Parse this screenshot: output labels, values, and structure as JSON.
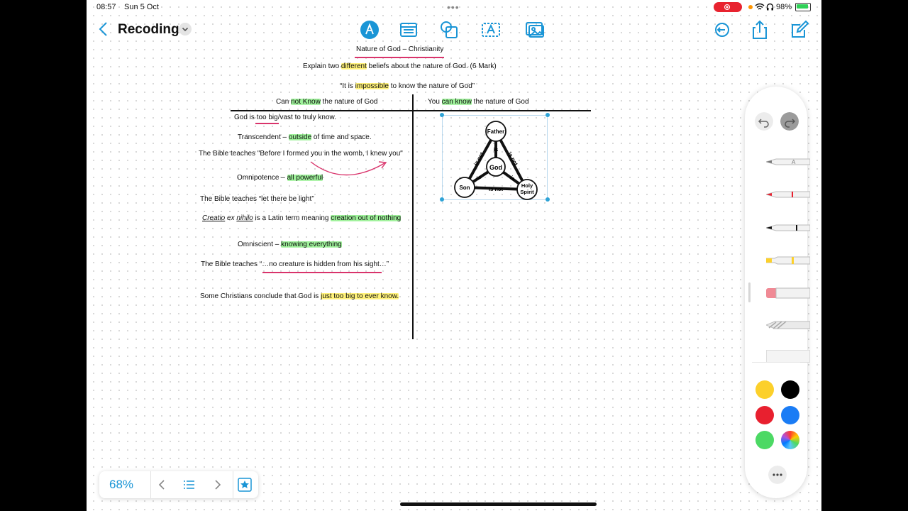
{
  "status": {
    "time": "08:57",
    "date": "Sun 5 Oct",
    "battery": "98%"
  },
  "toolbar": {
    "title": "Recoding"
  },
  "doc": {
    "heading": "Nature of God – Christianity",
    "question": {
      "a": "Explain two ",
      "b": "different",
      "c": " beliefs about the nature of God.  (6 Mark)"
    },
    "quote": {
      "a": "“It is ",
      "b": "impossible",
      "c": " to know the nature of God”"
    },
    "left_header": {
      "a": "Can ",
      "b": "not Know",
      "c": " the nature of God"
    },
    "right_header": {
      "a": "You ",
      "b": "can know",
      "c": " the nature of God"
    },
    "lines": {
      "l1": {
        "a": "God is ",
        "b": "too big",
        "c": "/vast to truly know."
      },
      "l2": {
        "a": "Transcendent – ",
        "b": "outside",
        "c": " of time and space."
      },
      "l3": "The Bible teaches \"Before I formed you in the womb, I knew you\"",
      "l4": {
        "a": "Omnipotence – ",
        "b": "all powerful"
      },
      "l5": "The Bible teaches “let there be light”",
      "l6": {
        "a": "Creatio",
        "b": " ex ",
        "c": "nihilo",
        "d": " is a Latin term meaning ",
        "e": "creation out of nothing"
      },
      "l7": {
        "a": "Omniscient – ",
        "b": "knowing everything"
      },
      "l8": "The Bible teaches “…no creature is hidden from his sight…”",
      "l9": {
        "a": "Some Christians conclude that God is ",
        "b": "just too big to ever know."
      }
    },
    "trinity": {
      "father": "Father",
      "son": "Son",
      "spirit1": "Holy",
      "spirit2": "Spirit",
      "god": "God",
      "is": "is",
      "isnot": "is not"
    }
  },
  "bottom": {
    "zoom": "68%"
  },
  "palette": {
    "colors": [
      "#fcd02b",
      "#000000",
      "#e8202f",
      "#1a7cf5",
      "#4cd964"
    ]
  }
}
